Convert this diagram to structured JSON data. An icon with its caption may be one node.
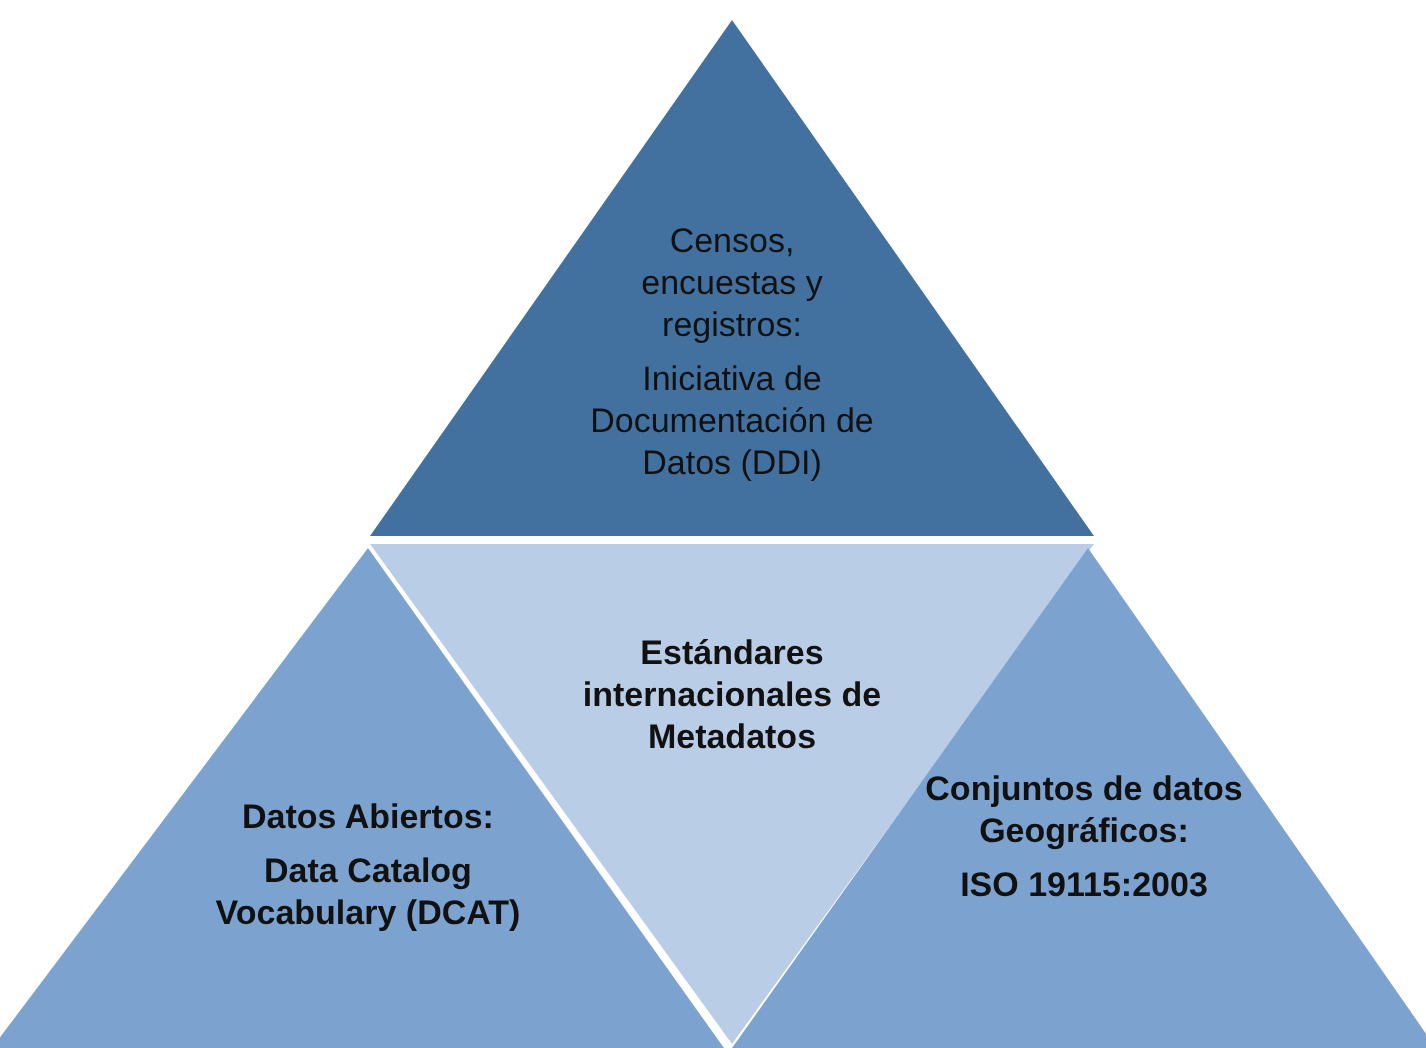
{
  "diagram": {
    "nodes": [
      {
        "text": [
          "Censos, encuestas y registros:",
          "Iniciativa de Documentación de Datos (DDI)"
        ]
      },
      {
        "text": [
          "Estándares internacionales de Metadatos"
        ]
      },
      {
        "text": [
          "Datos Abiertos:",
          "Data Catalog Vocabulary (DCAT)"
        ]
      },
      {
        "text": [
          "Conjuntos de datos Geográficos:",
          "ISO 19115:2003"
        ]
      }
    ]
  }
}
